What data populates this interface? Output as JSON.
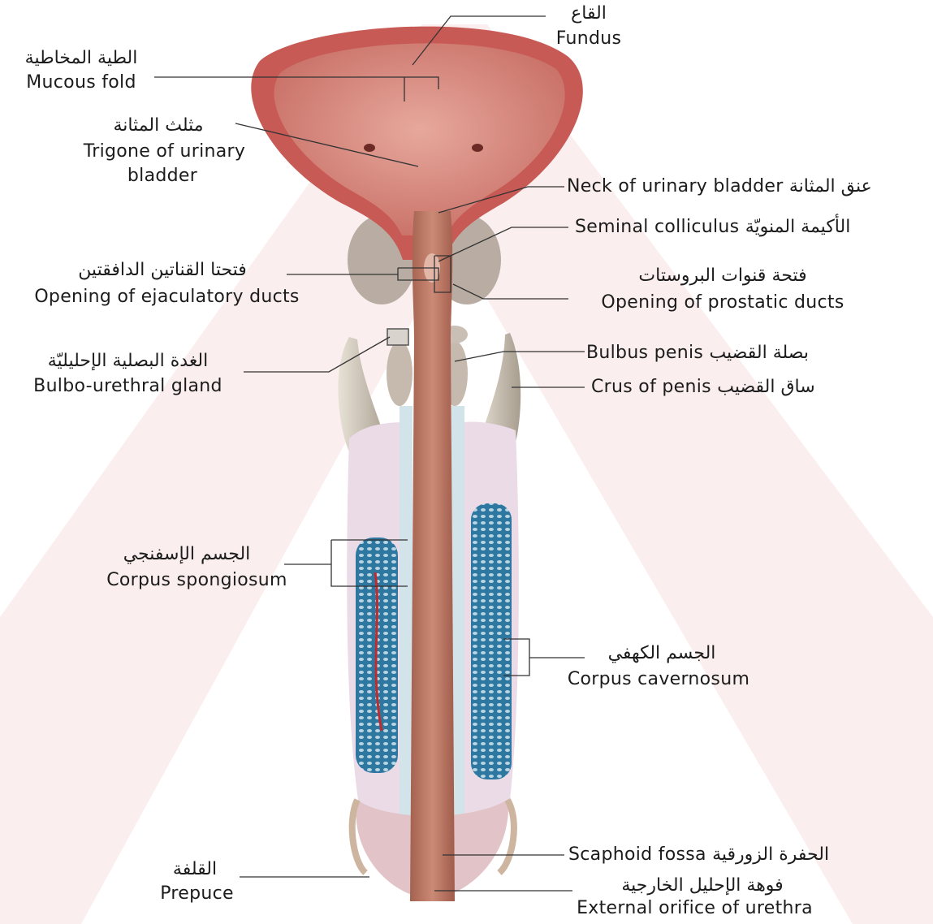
{
  "labels": {
    "fundus": {
      "ar": "القاع",
      "en": "Fundus"
    },
    "mucous_fold": {
      "ar": "الطية المخاطية",
      "en": "Mucous fold"
    },
    "trigone": {
      "ar": "مثلث المثانة",
      "en1": "Trigone of urinary",
      "en2": "bladder"
    },
    "neck": {
      "text": "Neck of urinary bladder عنق المثانة"
    },
    "colliculus": {
      "text": "Seminal colliculus الأكيمة المنويّة"
    },
    "ejaculatory": {
      "ar": "فتحتا القناتين الدافقتين",
      "en": "Opening of ejaculatory ducts"
    },
    "prostatic": {
      "ar": "فتحة قنوات البروستات",
      "en": "Opening of prostatic ducts"
    },
    "bulbo": {
      "ar": "الغدة البصلية الإحليليّة",
      "en": "Bulbo-urethral gland"
    },
    "bulbus": {
      "text": "Bulbus penis بصلة القضيب"
    },
    "crus": {
      "text": "Crus of penis ساق القضيب"
    },
    "spongiosum": {
      "ar": "الجسم الإسفنجي",
      "en": "Corpus spongiosum"
    },
    "cavernosum": {
      "ar": "الجسم الكهفي",
      "en": "Corpus cavernosum"
    },
    "scaphoid": {
      "text": "Scaphoid fossa الحفرة الزورقية"
    },
    "prepuce": {
      "ar": "القلفة",
      "en": "Prepuce"
    },
    "orifice": {
      "ar": "فوهة الإحليل الخارجية",
      "en": "External orifice of urethra"
    }
  },
  "colors": {
    "bladder": "#d9837a",
    "bladder_wall": "#c85a55",
    "prostate": "#b9ada3",
    "cavernous_sheath": "#eadbe6",
    "erectile": "#3f8bb0",
    "urethra": "#b9725f",
    "watermark": "#fbeeee",
    "leader": "#333333"
  }
}
